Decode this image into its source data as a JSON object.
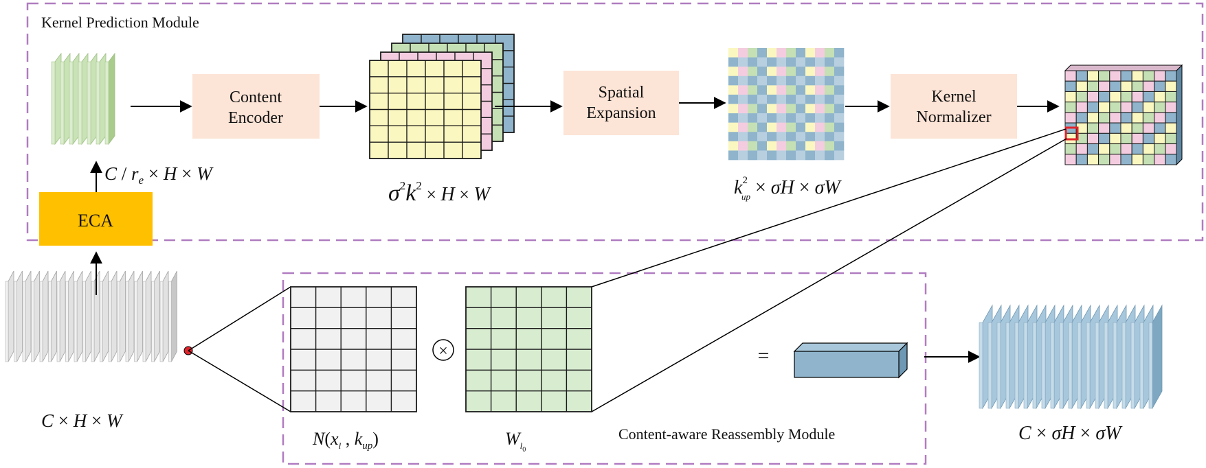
{
  "kernel_module": {
    "title": "Kernel Prediction Module"
  },
  "reassembly_module": {
    "title": "Content-aware Reassembly Module"
  },
  "blocks": {
    "encoder": [
      "Content",
      "Encoder"
    ],
    "expansion": [
      "Spatial",
      "Expansion"
    ],
    "normalizer": [
      "Kernel",
      "Normalizer"
    ],
    "eca": "ECA"
  },
  "operators": {
    "times": "×",
    "equals": "="
  },
  "dims": {
    "input": {
      "C": "C",
      "times1": " × ",
      "H": "H",
      "times2": " × ",
      "W": "W"
    },
    "compressed": {
      "C": "C",
      "slash": " / ",
      "r": "r",
      "rsub": "e",
      "times1": " × ",
      "H": "H",
      "times2": " × ",
      "W": "W"
    },
    "kernels": {
      "sigma": "σ",
      "sq1": "2",
      "k": "k",
      "sq2": "2",
      "times1": " × ",
      "H": "H",
      "times2": " × ",
      "W": "W"
    },
    "expanded": {
      "k": "k",
      "sup": "2",
      "sub": "up",
      "times1": " × ",
      "sigma1": "σ",
      "H": "H",
      "times2": " × ",
      "sigma2": "σ",
      "W": "W"
    },
    "output": {
      "C": "C",
      "times1": " × ",
      "sigma1": "σ",
      "H": "H",
      "times2": " × ",
      "sigma2": "σ",
      "W": "W"
    },
    "neighborhood": {
      "N": "N",
      "open": "(",
      "x": "x",
      "xsub": "l",
      "comma": " , ",
      "k": "k",
      "ksub": "up",
      "close": ")"
    },
    "weights": {
      "W": "W",
      "sub": "l",
      "subsub": "0"
    }
  },
  "colors": {
    "dashed_border": "#b07cc0",
    "block_fill": "#fce4d6",
    "eca_fill": "#ffc000",
    "green": "#c5e0b4",
    "pink": "#f4cce0",
    "blue": "#8fb4cc",
    "yellow": "#fbf7c0",
    "gray": "#d0d0d0",
    "red": "#e0242c"
  }
}
